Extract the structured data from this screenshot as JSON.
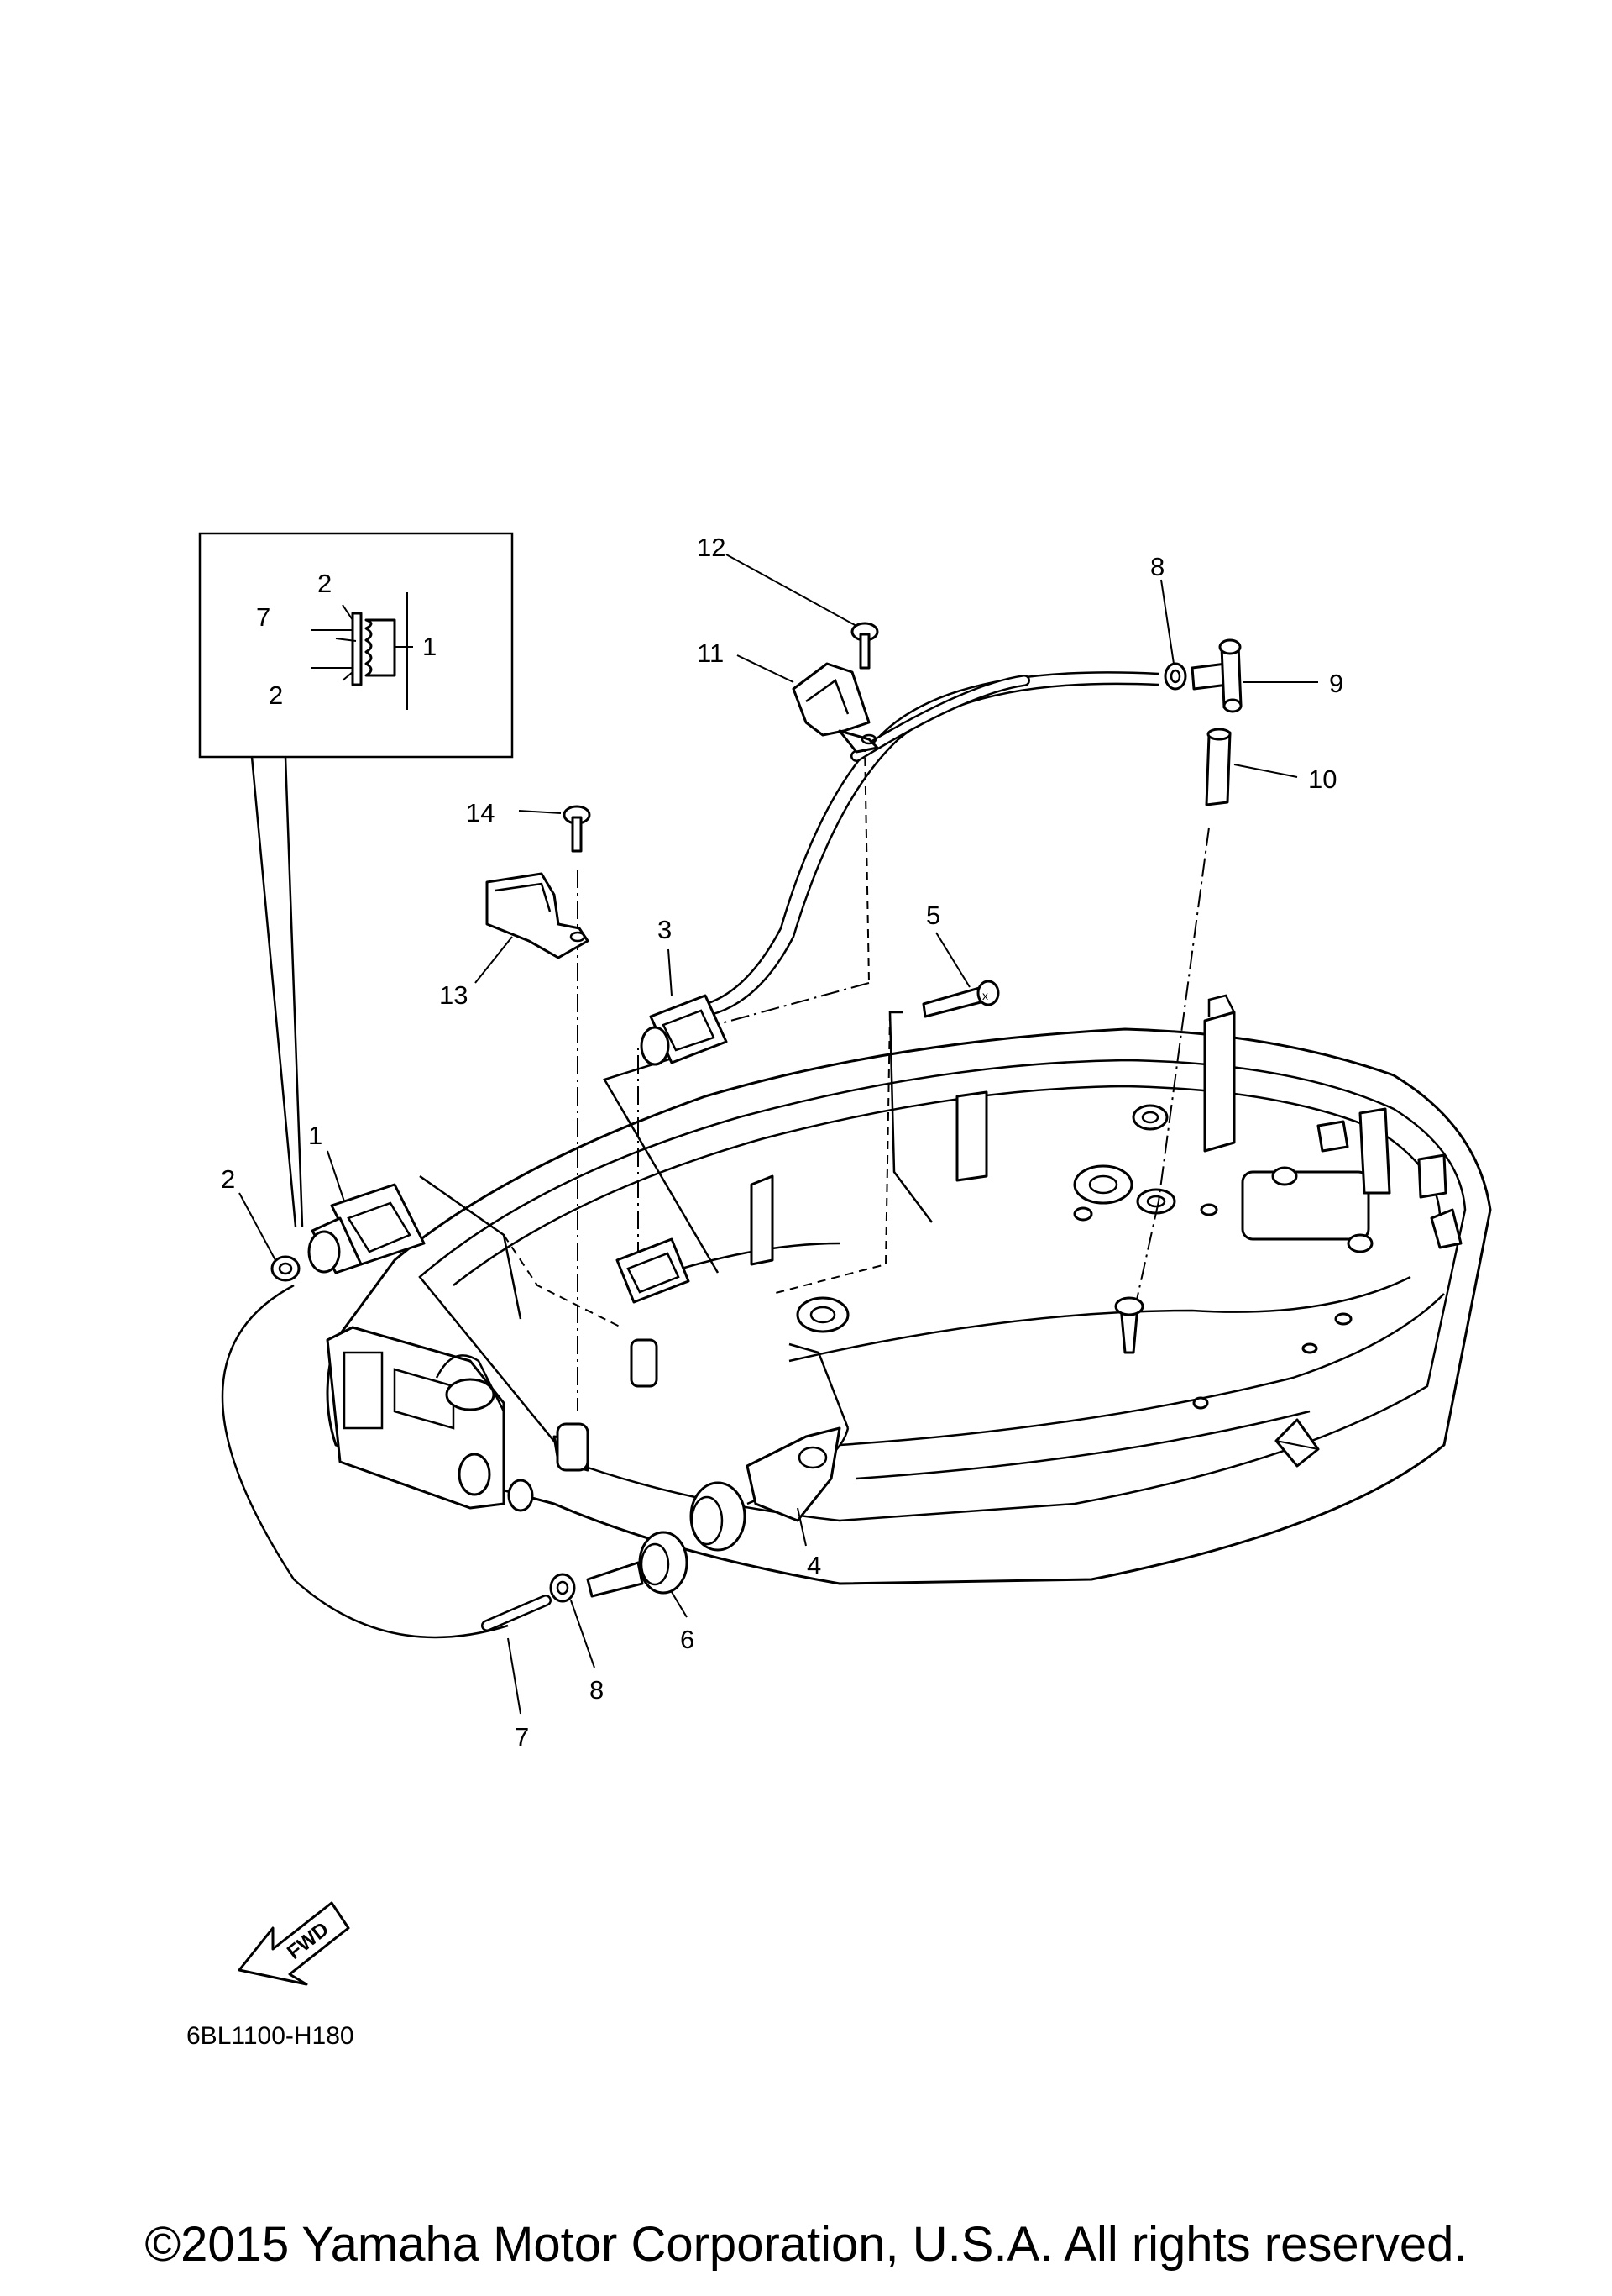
{
  "diagram": {
    "code": "6BL1100-H180",
    "copyright": "©2015 Yamaha Motor Corporation, U.S.A. All rights reserved.",
    "fwd_label": "FWD",
    "callouts": {
      "p1": "1",
      "p2": "2",
      "p3": "3",
      "p4": "4",
      "p5": "5",
      "p6": "6",
      "p7": "7",
      "p8a": "8",
      "p8b": "8",
      "p9": "9",
      "p10": "10",
      "p11": "11",
      "p12": "12",
      "p13": "13",
      "p14": "14",
      "p7_bottom": "7"
    },
    "inset_callouts": {
      "i1": "1",
      "i2a": "2",
      "i2b": "2",
      "i7": "7"
    }
  }
}
